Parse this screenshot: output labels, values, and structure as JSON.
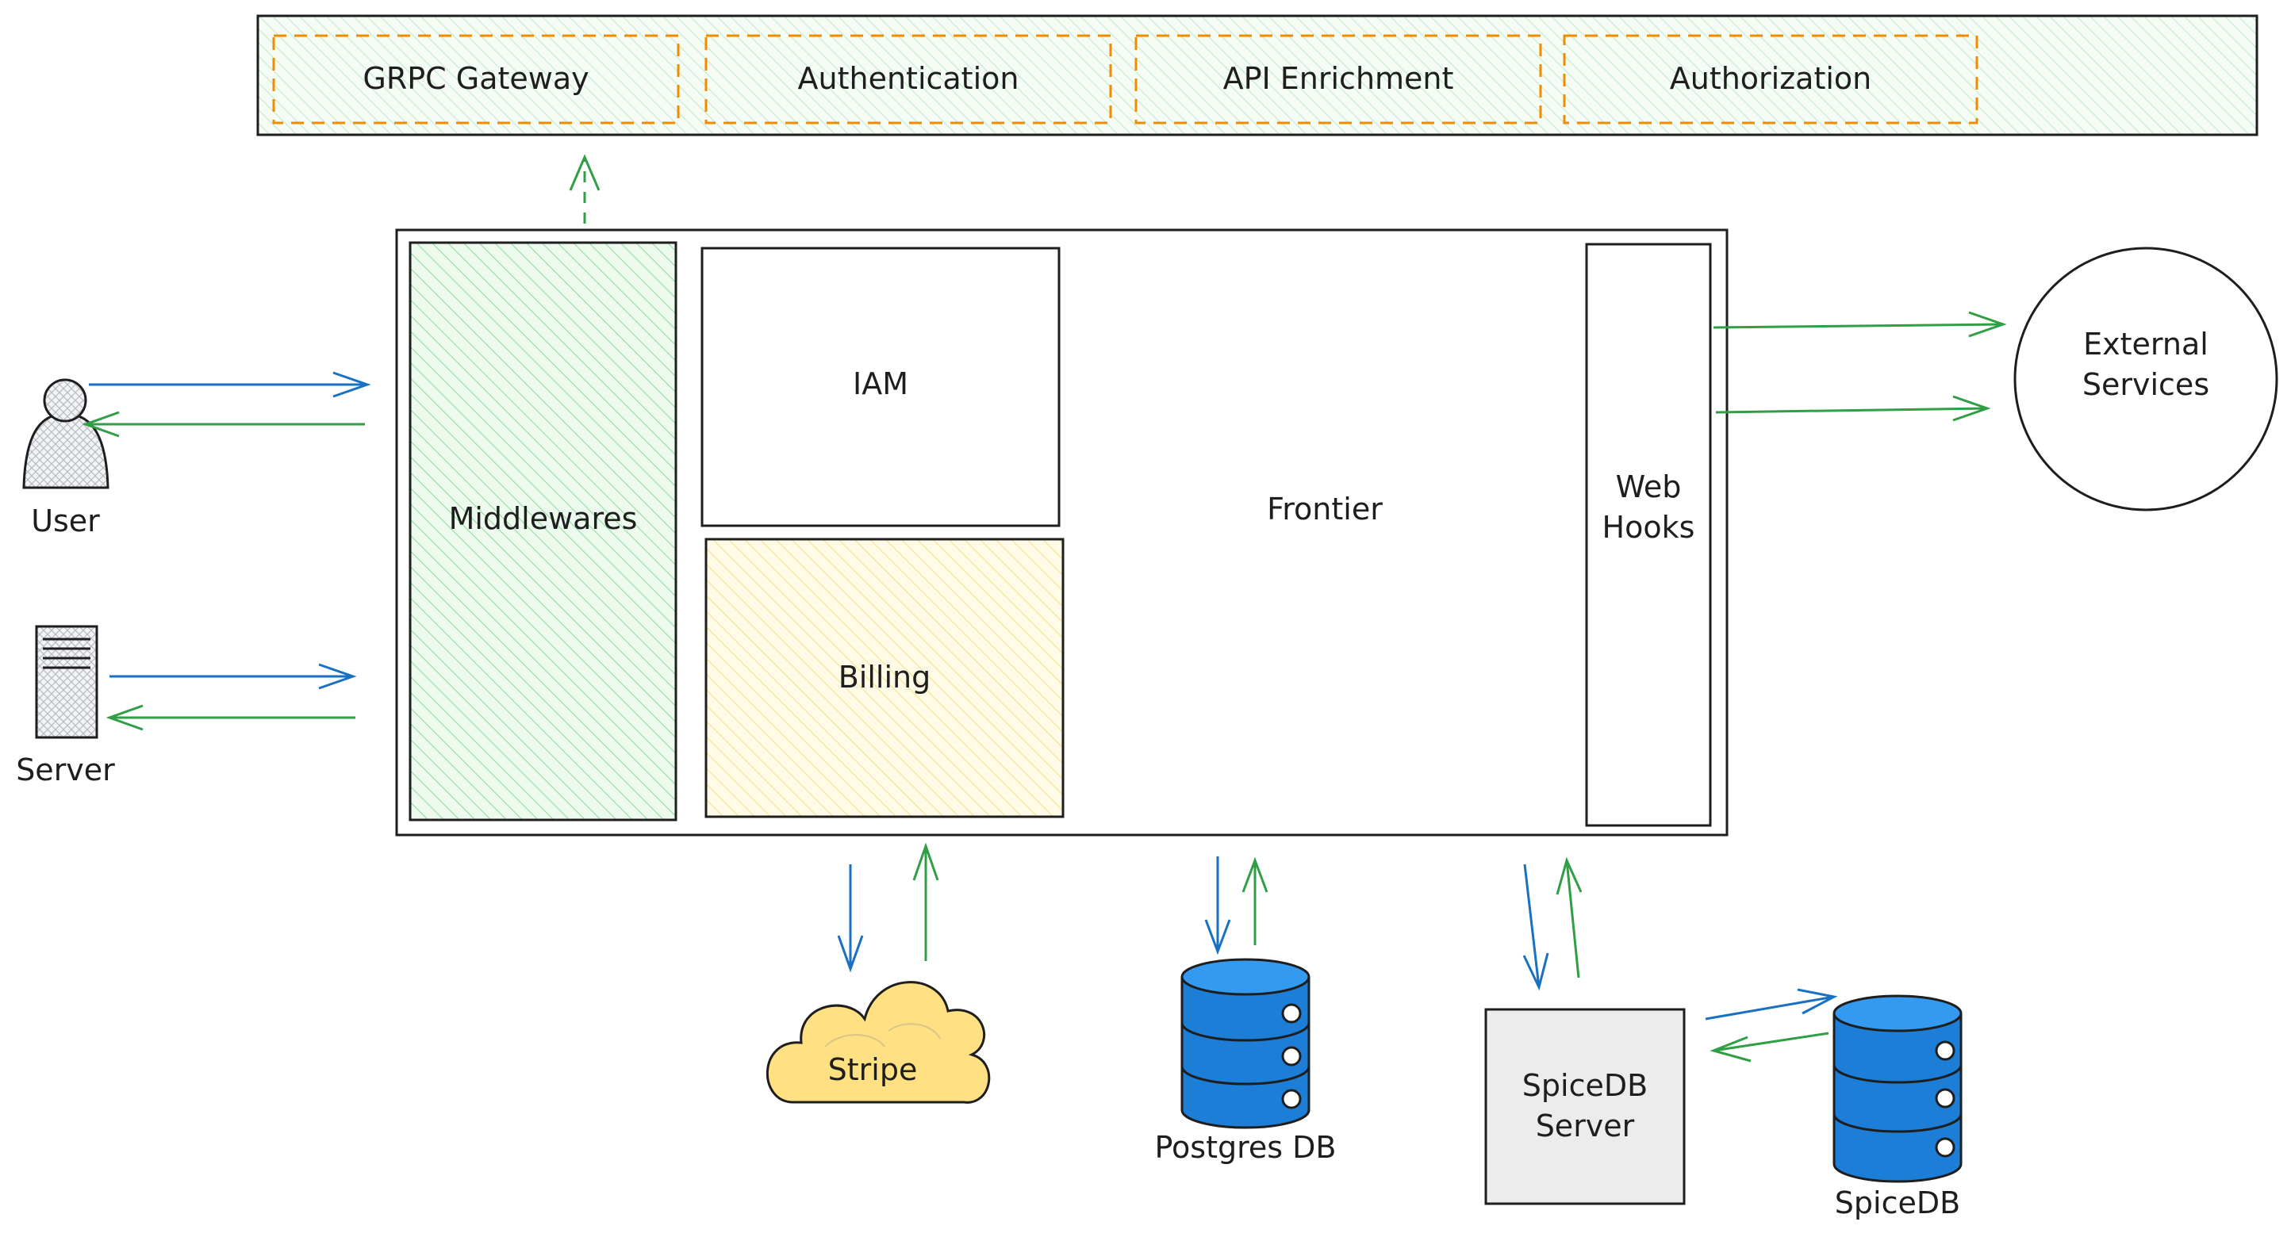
{
  "gateway_bar": {
    "segments": [
      "GRPC Gateway",
      "Authentication",
      "API Enrichment",
      "Authorization"
    ]
  },
  "frontier": {
    "title": "Frontier",
    "middlewares": "Middlewares",
    "iam": "IAM",
    "billing": "Billing",
    "webhooks": "Web\nHooks"
  },
  "clients": {
    "user": "User",
    "server": "Server"
  },
  "external_services": "External\nServices",
  "backends": {
    "stripe": "Stripe",
    "postgres": "Postgres DB",
    "spicedb_server": "SpiceDB\nServer",
    "spicedb": "SpiceDB"
  },
  "colors": {
    "request_arrow": "#1971c2",
    "response_arrow": "#2f9e44",
    "middleware_fill": "#b2f2bb",
    "billing_fill": "#ffec99",
    "gateway_dash": "#f08c00",
    "database_fill": "#1c7ed6",
    "cloud_fill": "#ffe082",
    "spicedb_server_fill": "#ececec"
  }
}
